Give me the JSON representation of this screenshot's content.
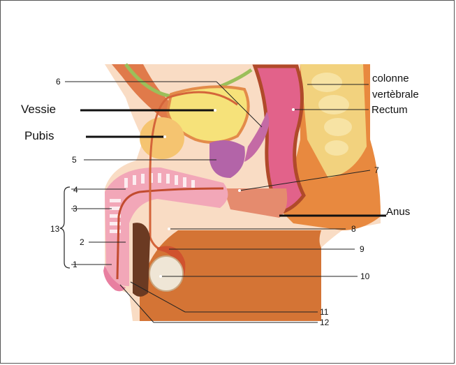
{
  "diagram": {
    "labels": {
      "n1": "1",
      "n2": "2",
      "n3": "3",
      "n4": "4",
      "n5": "5",
      "n6": "6",
      "n7": "7",
      "n8": "8",
      "n9": "9",
      "n10": "10",
      "n11": "11",
      "n12": "12",
      "n13": "13",
      "vessie": "Vessie",
      "pubis": "Pubis",
      "colonne_line1": "colonne",
      "colonne_line2": "vertèbrale",
      "rectum": "Rectum",
      "anus": "Anus"
    }
  },
  "colors": {
    "skin": "#e8893f",
    "skin_dark": "#c96a2c",
    "bladder": "#f6e27a",
    "bone": "#f3c66b",
    "rectum": "#e2628a",
    "prostate": "#b364a8",
    "penis_pink": "#f2a7b8",
    "muscle": "#d97a4f",
    "vertebra": "#f6dc8a"
  }
}
